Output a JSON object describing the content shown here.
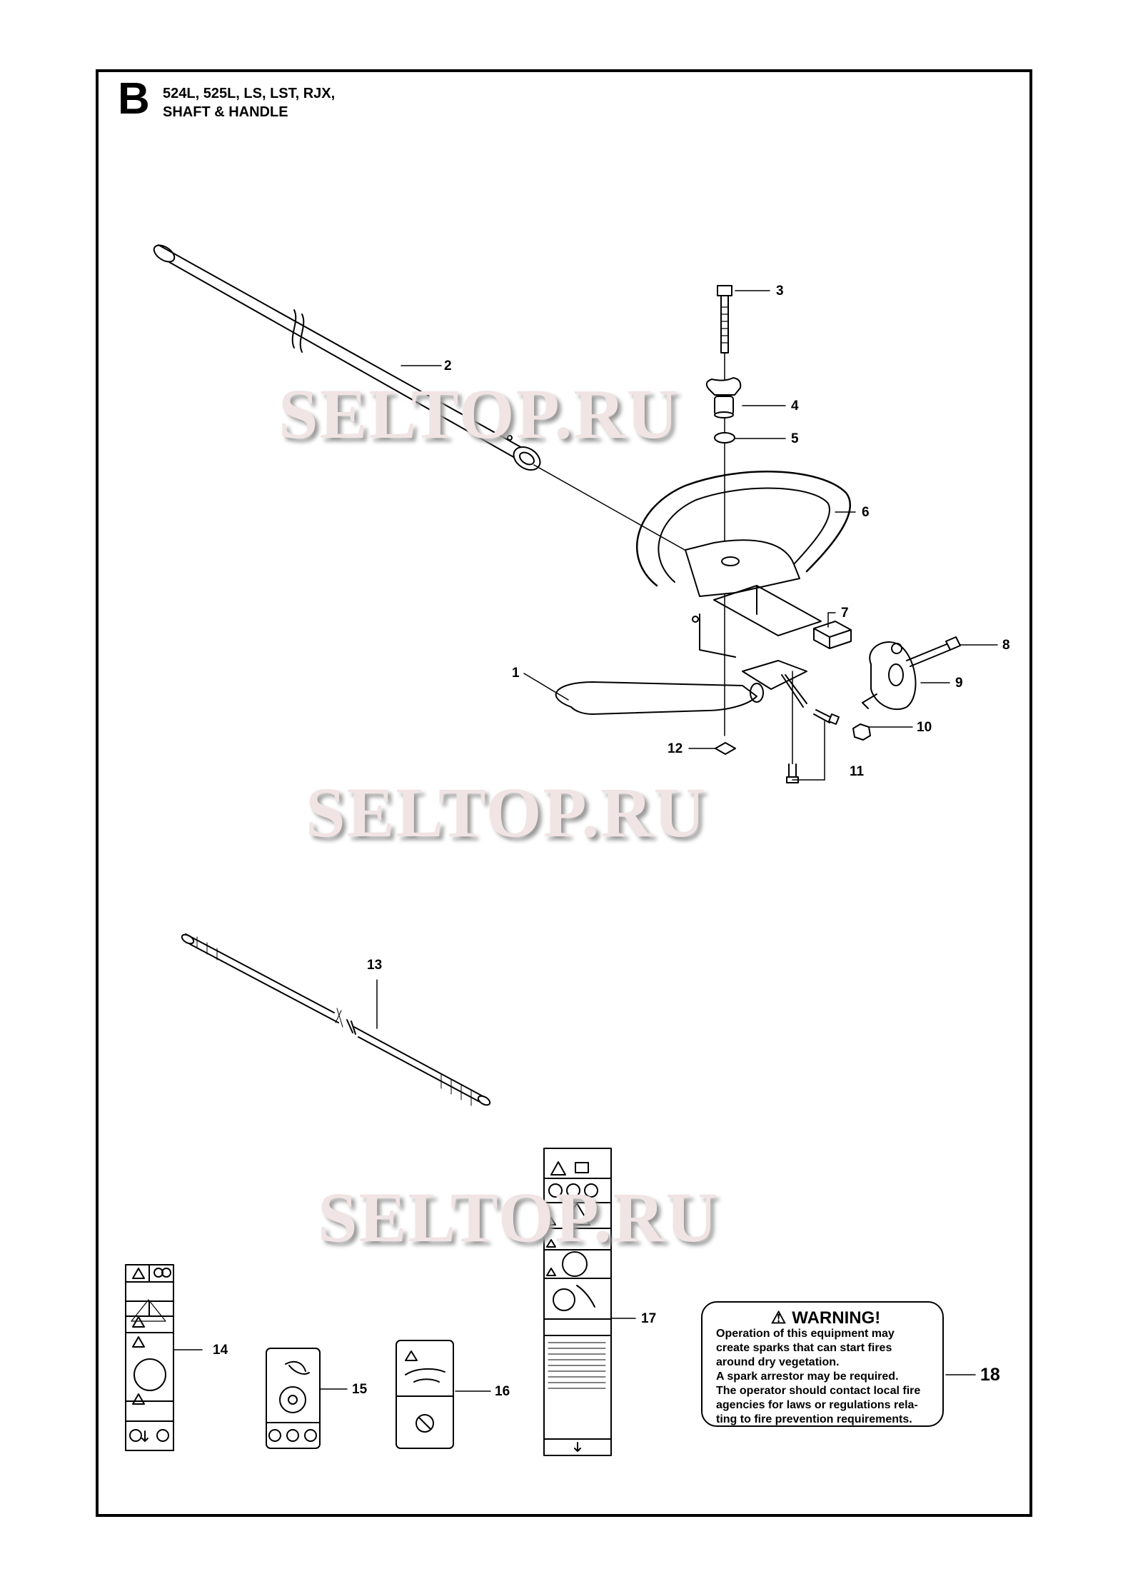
{
  "header": {
    "section_letter": "B",
    "models": "524L, 525L, LS, LST, RJX,",
    "title": "SHAFT & HANDLE"
  },
  "watermark": "SELTOP.RU",
  "callouts": [
    "1",
    "2",
    "3",
    "4",
    "5",
    "6",
    "7",
    "8",
    "9",
    "10",
    "11",
    "12",
    "13",
    "14",
    "15",
    "16",
    "17",
    "18"
  ],
  "warning_label": {
    "heading": "WARNING!",
    "lines": [
      "Operation of this equipment may",
      "create sparks that can start fires",
      "around dry vegetation.",
      "A spark arrestor may be required.",
      "The operator should contact local fire",
      "agencies for laws or regulations rela-",
      "ting to fire prevention requirements."
    ]
  },
  "colors": {
    "line": "#000000",
    "watermark_fill": "#f1e4e4",
    "watermark_shadow": "#9a9a9a"
  }
}
